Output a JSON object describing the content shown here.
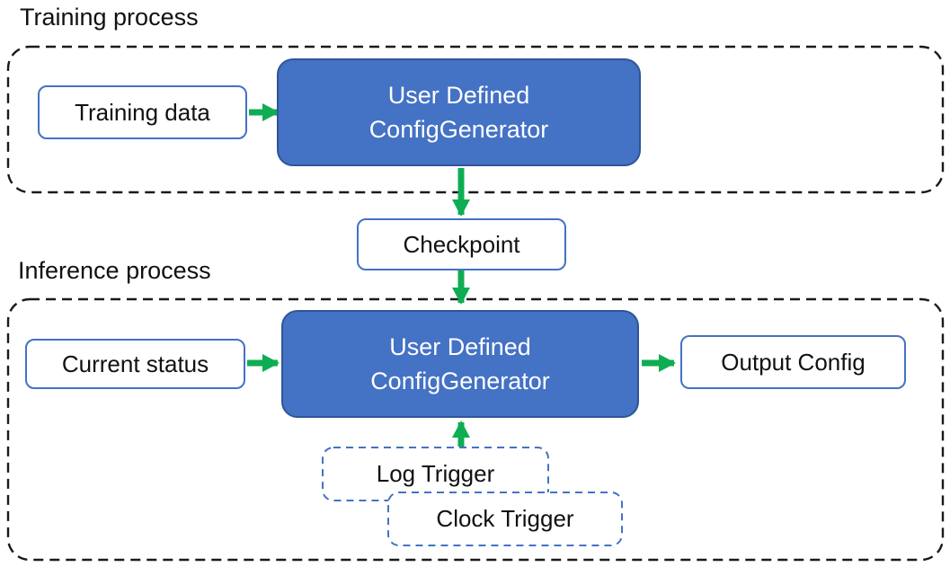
{
  "colors": {
    "node_blue": "#4472C4",
    "node_blue_border": "#2F5597",
    "box_border_blue": "#4472C4",
    "arrow_green": "#0FAD53",
    "container_dash": "#1A1A1A",
    "text": "#111111",
    "background": "#FFFFFF"
  },
  "training_section": {
    "label": "Training process",
    "training_data_box": "Training data",
    "generator_box": {
      "line1": "User Defined",
      "line2": "ConfigGenerator"
    }
  },
  "checkpoint_box": "Checkpoint",
  "inference_section": {
    "label": "Inference process",
    "current_status_box": "Current status",
    "generator_box": {
      "line1": "User Defined",
      "line2": "ConfigGenerator"
    },
    "output_config_box": "Output Config",
    "log_trigger_box": "Log Trigger",
    "clock_trigger_box": "Clock Trigger"
  },
  "edges": [
    {
      "from": "Training data",
      "to": "User Defined ConfigGenerator (training)"
    },
    {
      "from": "User Defined ConfigGenerator (training)",
      "to": "Checkpoint"
    },
    {
      "from": "Checkpoint",
      "to": "User Defined ConfigGenerator (inference)"
    },
    {
      "from": "Current status",
      "to": "User Defined ConfigGenerator (inference)"
    },
    {
      "from": "User Defined ConfigGenerator (inference)",
      "to": "Output Config"
    },
    {
      "from": "Log Trigger / Clock Trigger",
      "to": "User Defined ConfigGenerator (inference)"
    }
  ]
}
